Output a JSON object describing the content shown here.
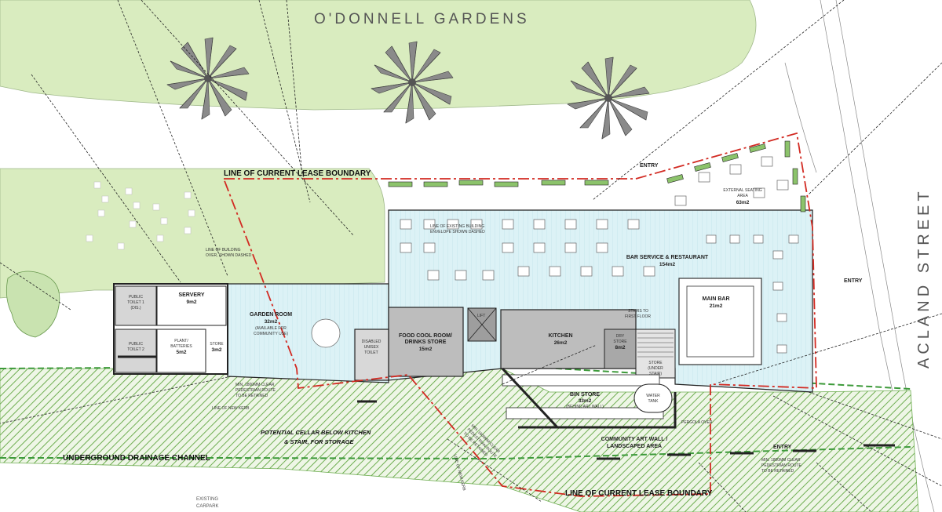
{
  "site": {
    "gardens": "O'DONNELL GARDENS",
    "street": "ACLAND STREET",
    "lease_top": "LINE OF CURRENT LEASE BOUNDARY",
    "lease_bottom": "LINE OF CURRENT LEASE BOUNDARY",
    "drainage": "UNDERGROUND DRAINAGE CHANNEL",
    "cellar_1": "POTENTIAL CELLAR BELOW KITCHEN",
    "cellar_2": "& STAIR, FOR STORAGE",
    "carpark_1": "EXISTING",
    "carpark_2": "CARPARK",
    "entry_north": "ENTRY",
    "entry_east": "ENTRY",
    "entry_south": "ENTRY"
  },
  "notes": {
    "envelope_1": "LINE OF EXISTING BUILDING",
    "envelope_2": "ENVELOPE SHOWN DASHED",
    "overdash_1": "LINE OF BUILDING",
    "overdash_2": "OVER, SHOWN DASHED",
    "ped_left_1": "MIN. 1800MM CLEAR",
    "ped_left_2": "PEDESTRIAN ROUTE",
    "ped_left_3": "TO BE RETAINED",
    "new_kerb": "LINE OF NEW KERB",
    "new_kerb_2": "LINE OF NEW KERB",
    "ped_mid_1": "MIN. 1800MM CLEAR",
    "ped_mid_2": "PEDESTRIAN ROUTE",
    "ped_mid_3": "TO BE RETAINED",
    "pergola": "PERGOLA OVER",
    "ped_right_1": "MIN. 1800MM CLEAR",
    "ped_right_2": "PEDESTRIAN ROUTE",
    "ped_right_3": "TO BE RETAINED",
    "stairs_1": "STAIRS TO",
    "stairs_2": "FIRST FLOOR",
    "lift": "LIFT"
  },
  "rooms": {
    "servery": {
      "name": "SERVERY",
      "area": "9m2"
    },
    "toilet1": {
      "name_1": "PUBLIC",
      "name_2": "TOILET 1",
      "name_3": "(DIS.)"
    },
    "toilet2": {
      "name_1": "PUBLIC",
      "name_2": "TOILET 2"
    },
    "plant": {
      "name_1": "PLANT/",
      "name_2": "BATTERIES",
      "area": "5m2"
    },
    "store_small": {
      "name": "STORE",
      "area": "3m2"
    },
    "garden": {
      "name": "GARDEN ROOM",
      "area": "32m2",
      "note_1": "(AVAILABLE FOR",
      "note_2": "COMMUNITY USE)"
    },
    "disabled": {
      "name_1": "DISABLED",
      "name_2": "UNISEX",
      "name_3": "TOILET"
    },
    "coolroom": {
      "name_1": "FOOD COOL ROOM/",
      "name_2": "DRINKS STORE",
      "area": "15m2"
    },
    "kitchen": {
      "name": "KITCHEN",
      "area": "26m2"
    },
    "dry": {
      "name_1": "DRY",
      "name_2": "STORE",
      "area": "8m2"
    },
    "stair_store": {
      "name_1": "STORE",
      "name_2": "(UNDER",
      "name_3": "STAIR)"
    },
    "bar": {
      "name": "BAR SERVICE & RESTAURANT",
      "area": "154m2"
    },
    "main_bar": {
      "name": "MAIN BAR",
      "area": "21m2"
    },
    "seating": {
      "name_1": "EXTERNAL SEATING",
      "name_2": "AREA",
      "area": "63m2"
    },
    "bin": {
      "name": "BIN STORE",
      "area": "33m2",
      "note": "(BEHIND ART WALL)"
    },
    "tank": {
      "name_1": "WATER",
      "name_2": "TANK"
    },
    "artwall": {
      "name_1": "COMMUNITY ART WALL /",
      "name_2": "LANDSCAPED AREA"
    }
  },
  "colors": {
    "lawn": "#d9ecbf",
    "hatch": "#6fae52",
    "floor": "#dcf2f6",
    "service": "#bdbdbd",
    "lease": "#d22a22",
    "drain": "#3d9a3a"
  }
}
